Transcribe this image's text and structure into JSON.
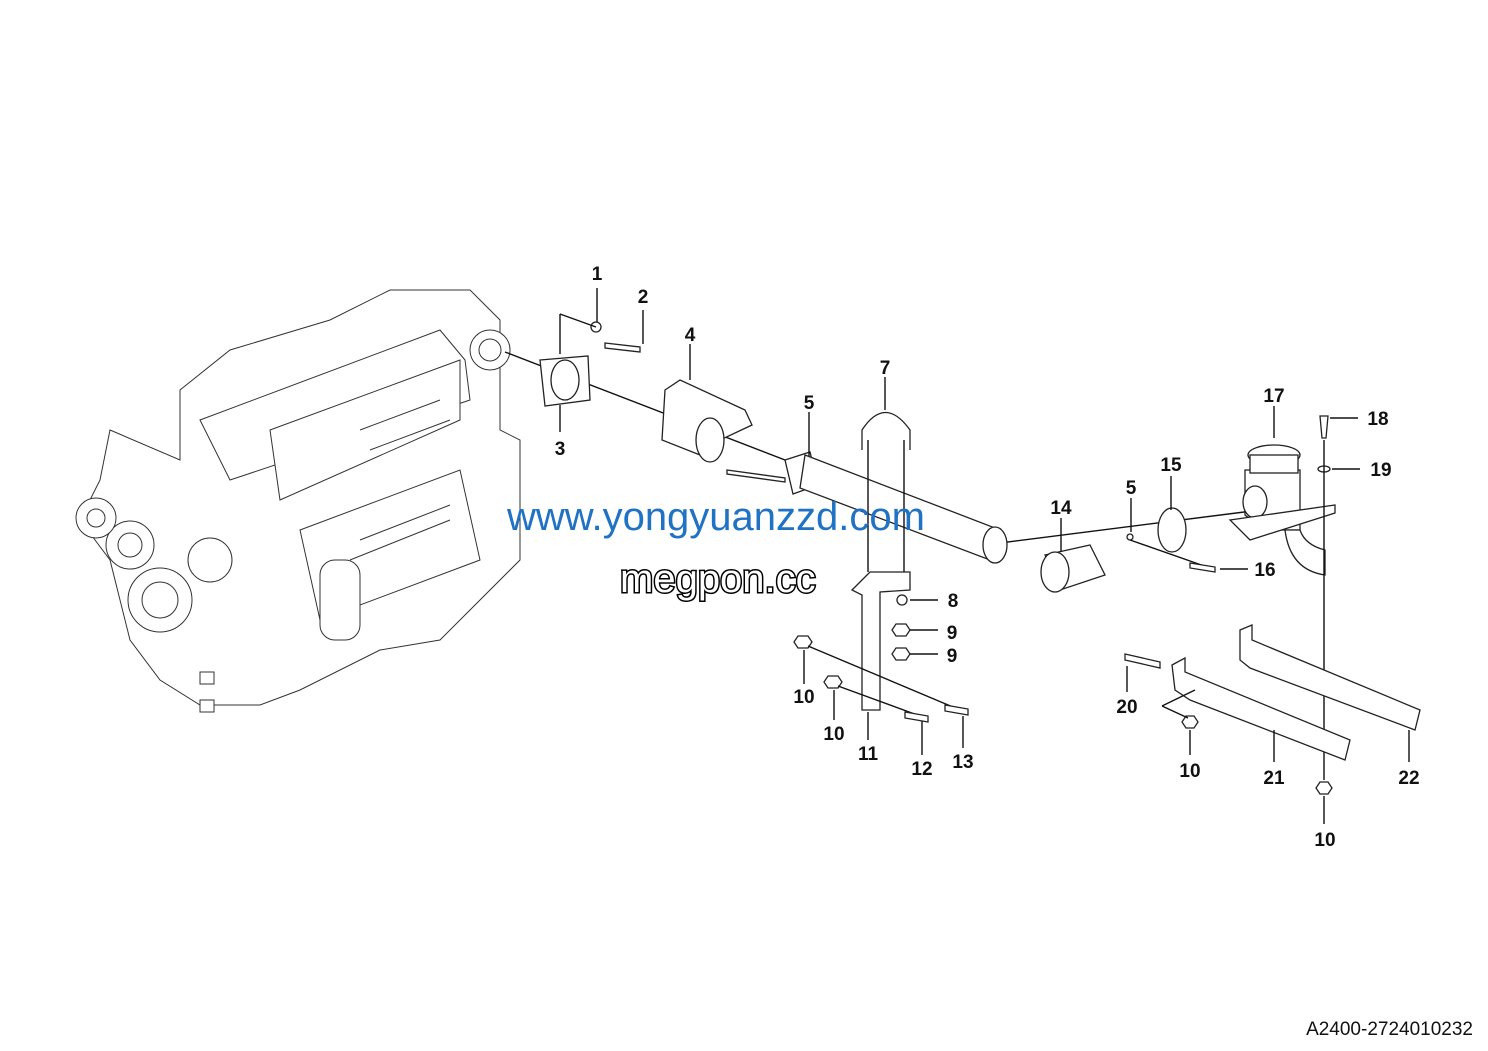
{
  "diagram": {
    "callouts": [
      {
        "id": "c1",
        "text": "1"
      },
      {
        "id": "c2",
        "text": "2"
      },
      {
        "id": "c3",
        "text": "3"
      },
      {
        "id": "c4",
        "text": "4"
      },
      {
        "id": "c5a",
        "text": "5"
      },
      {
        "id": "c7",
        "text": "7"
      },
      {
        "id": "c5b",
        "text": "5"
      },
      {
        "id": "c14",
        "text": "14"
      },
      {
        "id": "c15",
        "text": "15"
      },
      {
        "id": "c17",
        "text": "17"
      },
      {
        "id": "c18",
        "text": "18"
      },
      {
        "id": "c19",
        "text": "19"
      },
      {
        "id": "c16",
        "text": "16"
      },
      {
        "id": "c8",
        "text": "8"
      },
      {
        "id": "c9a",
        "text": "9"
      },
      {
        "id": "c9b",
        "text": "9"
      },
      {
        "id": "c10a",
        "text": "10"
      },
      {
        "id": "c10b",
        "text": "10"
      },
      {
        "id": "c11",
        "text": "11"
      },
      {
        "id": "c12",
        "text": "12"
      },
      {
        "id": "c13",
        "text": "13"
      },
      {
        "id": "c20",
        "text": "20"
      },
      {
        "id": "c10c",
        "text": "10"
      },
      {
        "id": "c21",
        "text": "21"
      },
      {
        "id": "c22",
        "text": "22"
      },
      {
        "id": "c10d",
        "text": "10"
      }
    ],
    "drawing_code": "A2400-2724010232",
    "watermarks": {
      "outline": "megpon.cc",
      "overlay": "www.yongyuanzzd.com"
    },
    "colors": {
      "watermark": "#1f72c4",
      "lines": "#111111"
    }
  }
}
